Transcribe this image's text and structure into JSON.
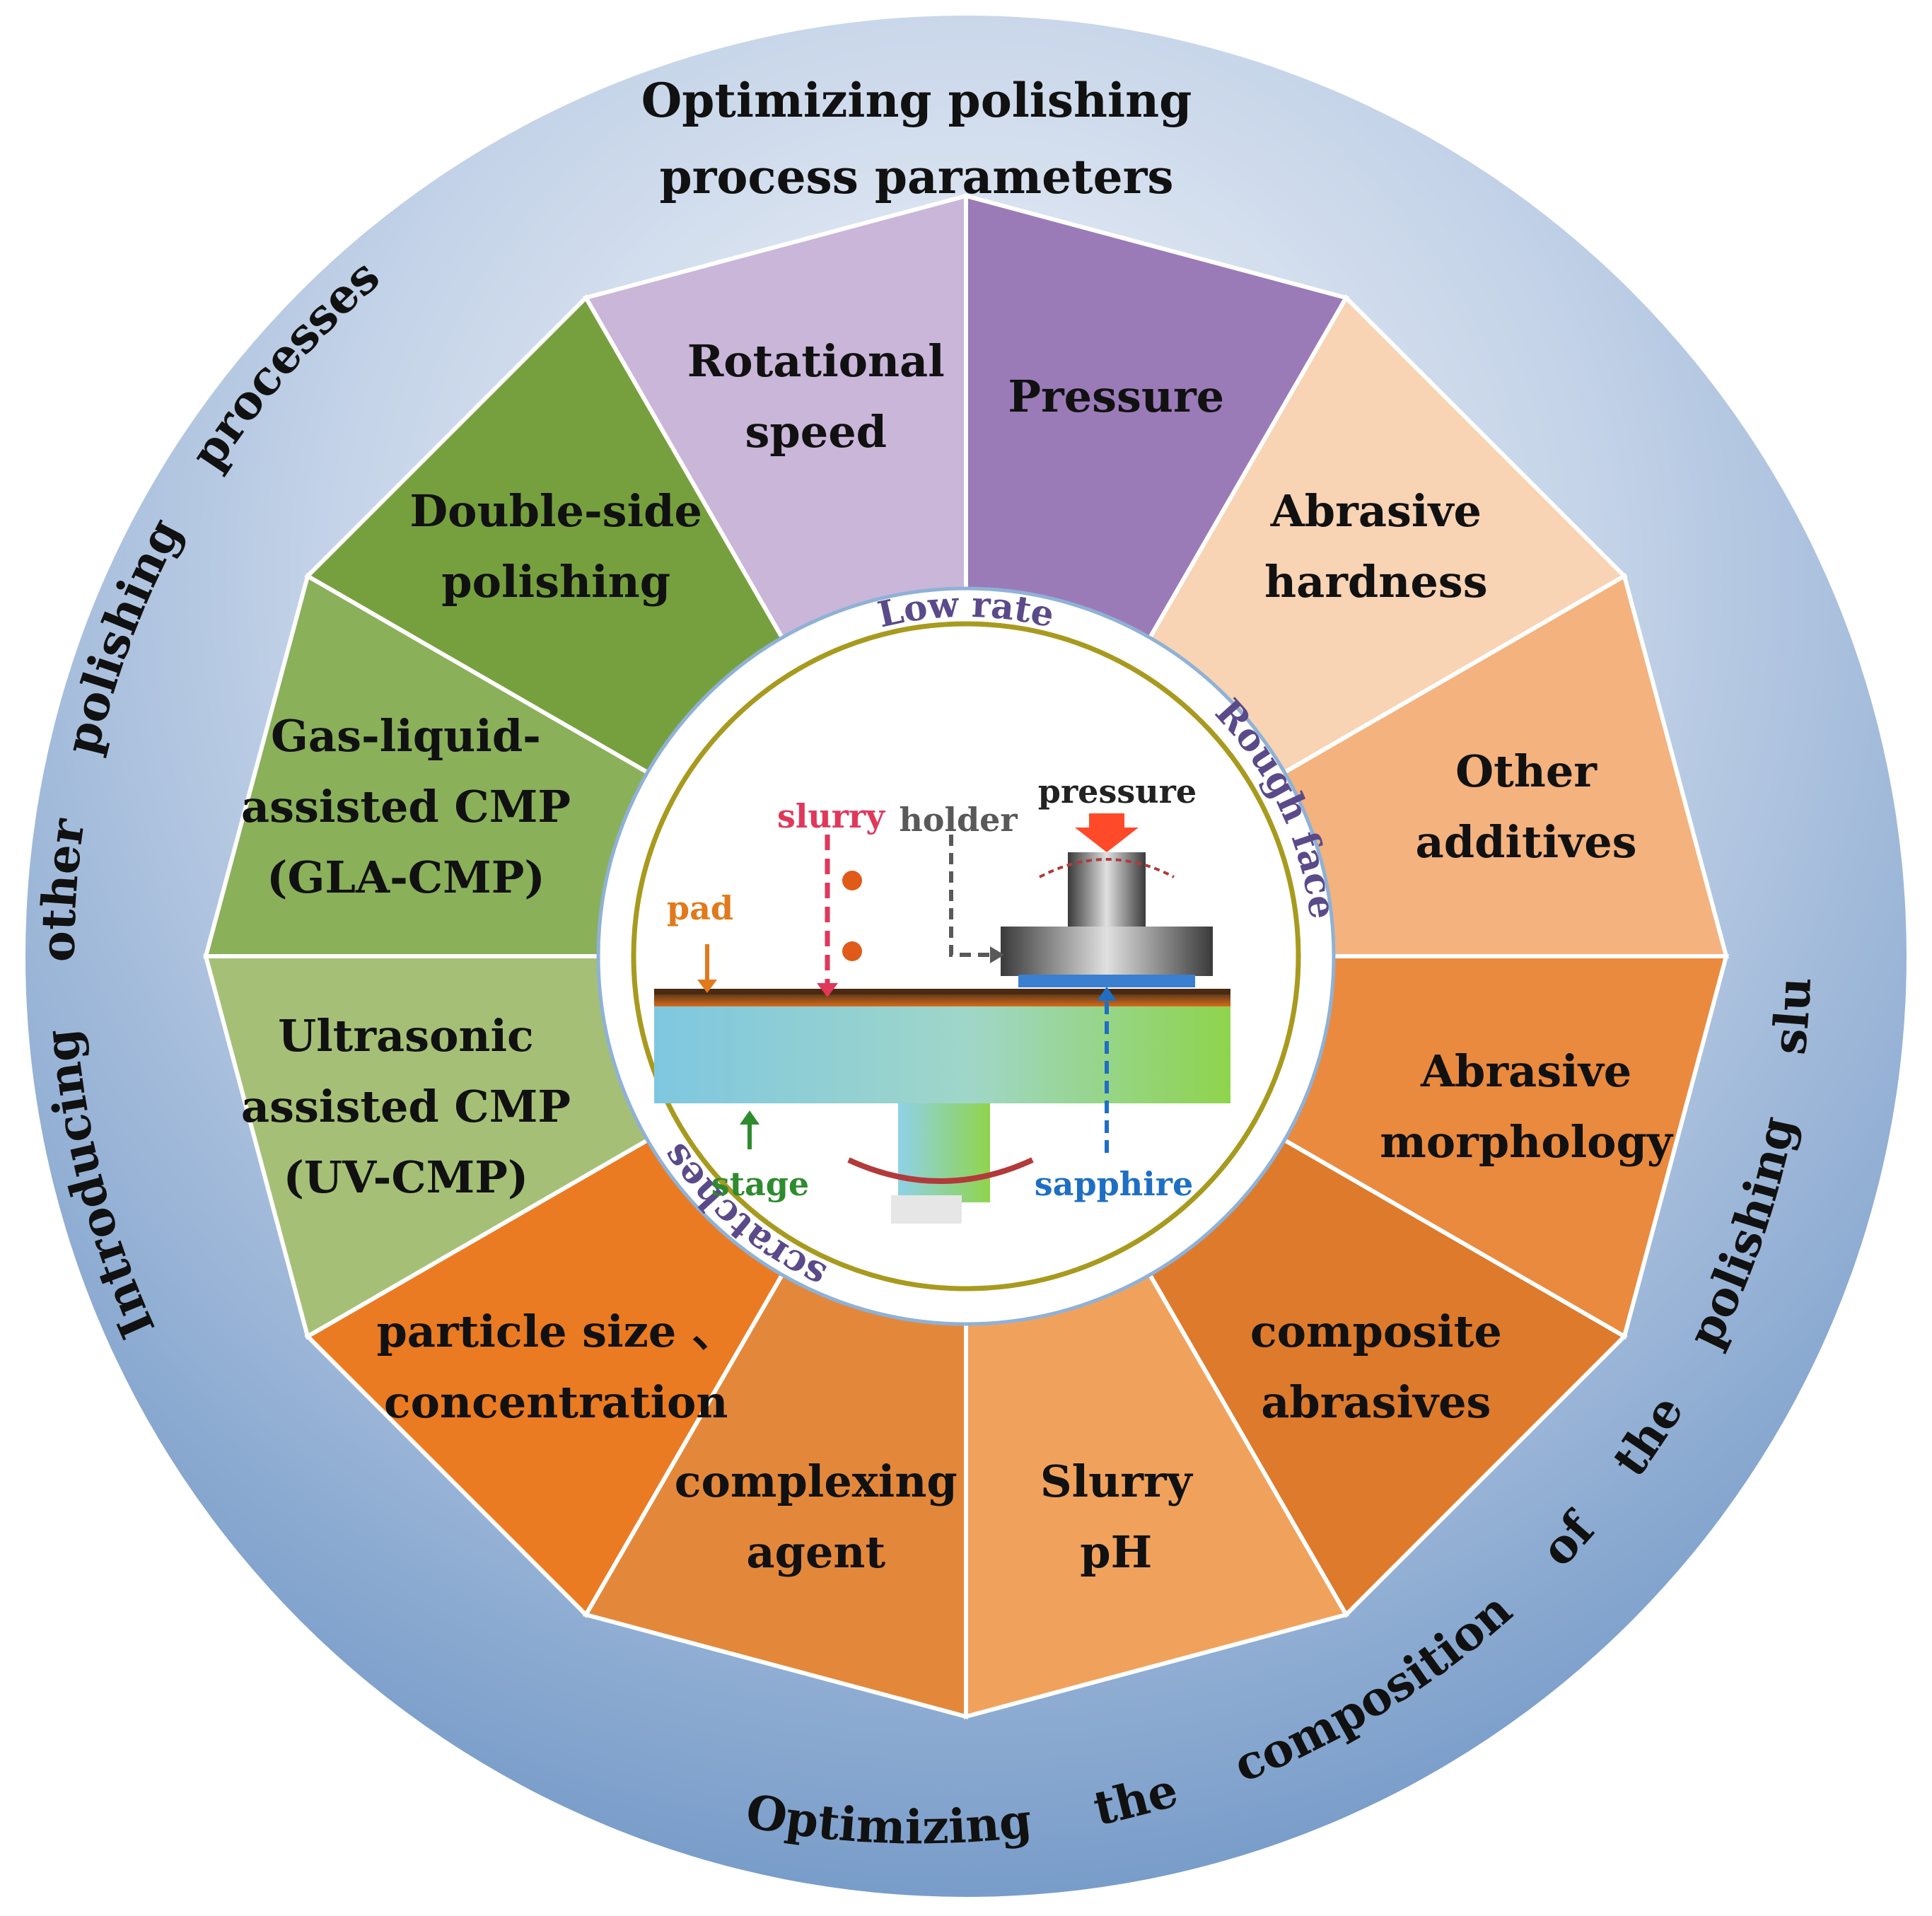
{
  "ring_labels": {
    "top": [
      "Optimizing polishing",
      "process parameters"
    ],
    "left": [
      "Introducing",
      "other",
      "polishing",
      "processes"
    ],
    "right": [
      "Optimizing",
      "the",
      "composition",
      "of",
      "the",
      "polishing",
      "slurry"
    ]
  },
  "sectors": [
    {
      "id": "rotational-speed",
      "lines": [
        "Rotational",
        "speed"
      ],
      "group": "process",
      "color": "#c9b6d9"
    },
    {
      "id": "pressure",
      "lines": [
        "Pressure"
      ],
      "group": "process",
      "color": "#9a7bb8"
    },
    {
      "id": "abrasive-hardness",
      "lines": [
        "Abrasive",
        "hardness"
      ],
      "group": "slurry",
      "color": "#f8d3b4"
    },
    {
      "id": "other-additives",
      "lines": [
        "Other",
        "additives"
      ],
      "group": "slurry",
      "color": "#f3b27e"
    },
    {
      "id": "abrasive-morphology",
      "lines": [
        "Abrasive",
        "morphology"
      ],
      "group": "slurry",
      "color": "#e98a3f"
    },
    {
      "id": "composite-abrasives",
      "lines": [
        "composite",
        "abrasives"
      ],
      "group": "slurry",
      "color": "#dd7a2c"
    },
    {
      "id": "slurry-ph",
      "lines": [
        "Slurry",
        "pH"
      ],
      "group": "slurry",
      "color": "#f0a25c"
    },
    {
      "id": "complexing-agent",
      "lines": [
        "complexing",
        "agent"
      ],
      "group": "slurry",
      "color": "#e3883b"
    },
    {
      "id": "particle-size-concentration",
      "lines": [
        "particle size 、",
        "concentration"
      ],
      "group": "slurry",
      "color": "#ea7b22"
    },
    {
      "id": "ultrasonic-assisted-cmp",
      "lines": [
        "Ultrasonic",
        "assisted CMP",
        "(UV-CMP)"
      ],
      "group": "processes",
      "color": "#a5c076"
    },
    {
      "id": "gas-liquid-assisted-cmp",
      "lines": [
        "Gas-liquid-",
        "assisted CMP",
        "(GLA-CMP)"
      ],
      "group": "processes",
      "color": "#8ab05a"
    },
    {
      "id": "double-side-polishing",
      "lines": [
        "Double-side",
        "polishing"
      ],
      "group": "processes",
      "color": "#76a03e"
    }
  ],
  "inner_ring_labels": {
    "top": "Low rate",
    "right": "Rough face",
    "bottom_left": "scratches"
  },
  "schematic_labels": {
    "slurry": "slurry",
    "holder": "holder",
    "pressure": "pressure",
    "pad": "pad",
    "stage": "stage",
    "sapphire": "sapphire"
  },
  "colors": {
    "outer_ring_light": "#eef2f9",
    "outer_ring_dark": "#6f97c8",
    "inner_ring": "#a89a1e",
    "slurry": "#e0385a",
    "holder": "#595959",
    "pressure": "#222222",
    "pad": "#e07a1c",
    "stage": "#2e8b2e",
    "sapphire": "#1e6fc4",
    "inner_text": "#5a4a8a"
  }
}
